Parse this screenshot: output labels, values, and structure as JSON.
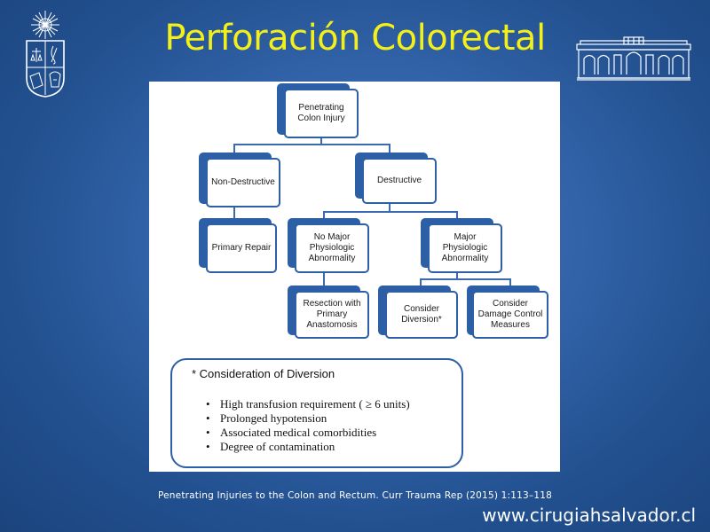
{
  "slide": {
    "title": "Perforación Colorectal",
    "citation": "Penetrating Injuries to the Colon and Rectum. Curr Trauma Rep (2015) 1:113–118",
    "website": "www.cirugiahsalvador.cl"
  },
  "flowchart": {
    "root": "Penetrating Colon Injury",
    "non_destructive": "Non-Destructive",
    "destructive": "Destructive",
    "primary_repair": "Primary Repair",
    "no_major": "No Major Physiologic Abnormality",
    "major": "Major Physiologic Abnormality",
    "resection": "Resection with Primary Anastomosis",
    "diversion": "Consider Diversion*",
    "damage_control": "Consider Damage Control Measures"
  },
  "criteria": {
    "title": "* Consideration of Diversion",
    "items": [
      "High transfusion requirement ( ≥ 6 units)",
      "Prolonged hypotension",
      "Associated medical comorbidities",
      "Degree of contamination"
    ]
  },
  "colors": {
    "title": "#f3ef1a",
    "background": "#3566ad",
    "box_border": "#2d5fa6"
  }
}
